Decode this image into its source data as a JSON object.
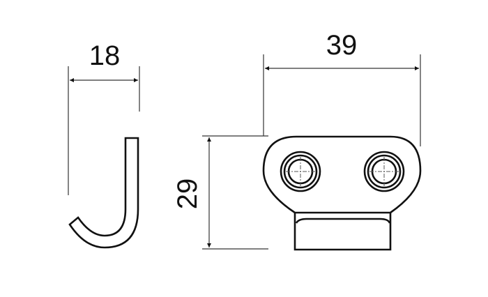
{
  "dimensions": {
    "hook_width": "18",
    "plate_width": "39",
    "plate_height": "29"
  }
}
